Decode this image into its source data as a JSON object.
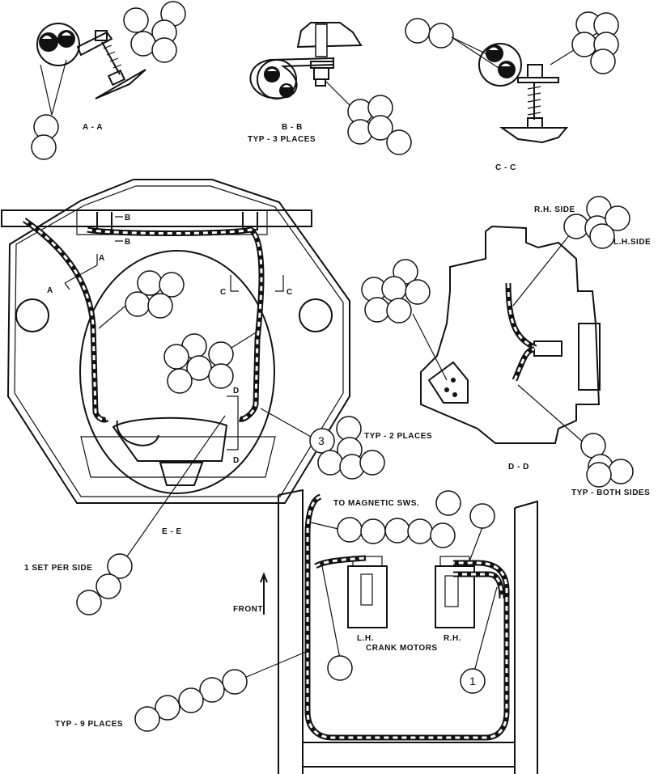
{
  "sections": {
    "aa": "A - A",
    "bb": "B - B",
    "bb_note": "TYP - 3 PLACES",
    "cc": "C - C",
    "dd": "D - D",
    "ee": "E - E"
  },
  "view_labels": {
    "a": "A",
    "b": "B",
    "c": "C",
    "d": "D"
  },
  "notes": {
    "rh_side": "R.H. SIDE",
    "lh_side": "L.H.SIDE",
    "typ_2_places": "TYP - 2 PLACES",
    "typ_both_sides": "TYP - BOTH SIDES",
    "to_magnetic_sws": "TO MAGNETIC SWS.",
    "one_set_per_side": "1 SET PER SIDE",
    "front": "FRONT",
    "lh": "L.H.",
    "rh": "R.H.",
    "crank_motors": "CRANK MOTORS",
    "typ_9_places": "TYP - 9 PLACES"
  },
  "callout_numbers": {
    "one": "1",
    "three": "3"
  }
}
